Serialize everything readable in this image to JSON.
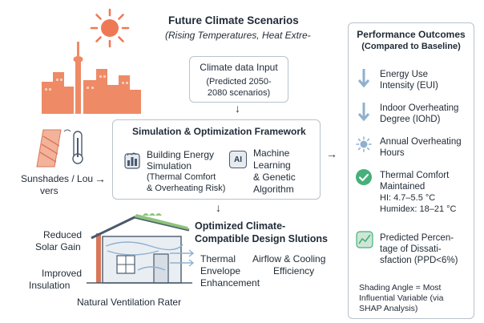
{
  "header": {
    "title": "Future Climate Scenarios",
    "subtitle": "(Rising Temperatures, Heat Extre-"
  },
  "input_box": {
    "title": "Climate data Input",
    "line1": "(Predicted 2050-",
    "line2": "2080 scenarios)"
  },
  "framework": {
    "title": "Simulation & Optimization Framework",
    "building": {
      "line1": "Building Energy",
      "line2": "Simulation",
      "line3": "(Thermal Comfort",
      "line4": "& Overheating Risk)"
    },
    "ai_badge": "AI",
    "ml": {
      "line1": "Machine",
      "line2": "Learning",
      "line3": "& Genetic",
      "line4": "Algorithm"
    }
  },
  "left": {
    "sunshades_line1": "Sunshades / Lou",
    "sunshades_line2": "vers"
  },
  "outcome": {
    "line1": "Optimized Climate-",
    "line2": "Compatible Design Slutions"
  },
  "house_labels": {
    "reduced_line1": "Reduced",
    "reduced_line2": "Solar Gain",
    "improved_line1": "Improved",
    "improved_line2": "Insulation",
    "thermal_line1": "Thermal",
    "thermal_line2": "Envelope",
    "thermal_line3": "Enhancement",
    "airflow_line1": "Airflow & Cooling",
    "airflow_line2": "Efficiency",
    "ventilation": "Natural Ventilation Rater"
  },
  "performance": {
    "title_line1": "Performance Outcomes",
    "title_line2": "(Compared to Baseline)",
    "eui_line1": "Energy Use",
    "eui_line2": "Intensity (EUI)",
    "iohd_line1": "Indoor Overheating",
    "iohd_line2": "Degree (IOhD)",
    "aoh_line1": "Annual Overheating",
    "aoh_line2": "Hours",
    "tc_line1": "Thermal Comfort",
    "tc_line2": "Maintained",
    "tc_line3": "HI: 4.7–5.5 °C",
    "tc_line4": "Humidex: 18–21 °C",
    "ppd_line1": "Predicted Percen-",
    "ppd_line2": "tage of Dissati-",
    "ppd_line3": "sfaction (PPD<6%)",
    "shading_line1": "Shading Angle = Most",
    "shading_line2": "Influential Variable (via",
    "shading_line3": "SHAP Analysis)"
  },
  "colors": {
    "sun": "#ee7a55",
    "city": "#ee8a66",
    "arrow_blue": "#8fb0cf",
    "check_green": "#46b07a",
    "roof_green": "#8cc47a",
    "border": "#b9c2cc"
  }
}
